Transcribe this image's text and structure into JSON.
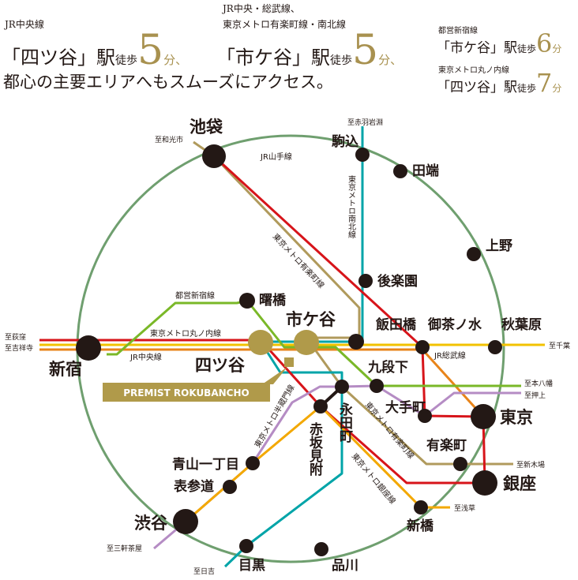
{
  "header": {
    "block1": {
      "line": "JR中央線",
      "station": "「四ツ谷」駅",
      "walk": "徒歩",
      "minutes": "5",
      "unit": "分、"
    },
    "block2": {
      "line1": "JR中央・総武線、",
      "line2": "東京メトロ有楽町線・南北線",
      "station": "「市ケ谷」駅",
      "walk": "徒歩",
      "minutes": "5",
      "unit": "分、"
    },
    "block3": {
      "line": "都営新宿線",
      "station": "「市ケ谷」駅",
      "walk": "徒歩",
      "minutes": "6",
      "unit": "分"
    },
    "block4": {
      "line": "東京メトロ丸ノ内線",
      "station": "「四ツ谷」駅",
      "walk": "徒歩",
      "minutes": "7",
      "unit": "分"
    },
    "tagline": "都心の主要エリアへもスムーズにアクセス。"
  },
  "map": {
    "property": "PREMIST ROKUBANCHO",
    "stations": {
      "ikebukuro": "池袋",
      "komagome": "駒込",
      "tabata": "田端",
      "ueno": "上野",
      "korakuen": "後楽園",
      "akebonobashi": "曙橋",
      "ichigaya": "市ケ谷",
      "iidabashi": "飯田橋",
      "ochanomizu": "御茶ノ水",
      "akihabara": "秋葉原",
      "shinjuku": "新宿",
      "yotsuya": "四ツ谷",
      "kudanshita": "九段下",
      "nagatacho": "永田町",
      "akasakamitsuke": "赤坂見附",
      "otemachi": "大手町",
      "tokyo": "東京",
      "yurakucho": "有楽町",
      "ginza": "銀座",
      "shinbashi": "新橋",
      "aoyama": "青山一丁目",
      "omotesando": "表参道",
      "shibuya": "渋谷",
      "meguro": "目黒",
      "shinagawa": "品川"
    },
    "lines": {
      "yamanote": "JR山手線",
      "namboku": "東京メトロ南北線",
      "yurakucho": "東京メトロ有楽町線",
      "shinjuku": "都営新宿線",
      "marunouchi": "東京メトロ丸ノ内線",
      "chuo": "JR中央線",
      "sobu": "JR総武線",
      "hanzomon": "東京メトロ半蔵門線",
      "yurakucho2": "東京メトロ有楽町線",
      "ginza": "東京メトロ銀座線"
    },
    "destinations": {
      "wakoshi": "至和光市",
      "akabane": "至赤羽岩淵",
      "ogikubo": "至荻窪",
      "kichijoji": "至吉祥寺",
      "chiba": "至千葉",
      "motoyawata": "至本八幡",
      "oshiage": "至押上",
      "shinkiba": "至新木場",
      "asakusa": "至浅草",
      "sangenjaya": "至三軒茶屋",
      "hiyoshi": "至日吉"
    },
    "colors": {
      "yamanote": "#6f9f6f",
      "chuo": "#e8841a",
      "sobu": "#f2c200",
      "marunouchi": "#d7141a",
      "yurakucho": "#b09a5c",
      "namboku": "#00a4a8",
      "shinjuku": "#7ab828",
      "hanzomon": "#b58cc4",
      "ginza": "#f3a800",
      "gold": "#b09a4a"
    }
  }
}
